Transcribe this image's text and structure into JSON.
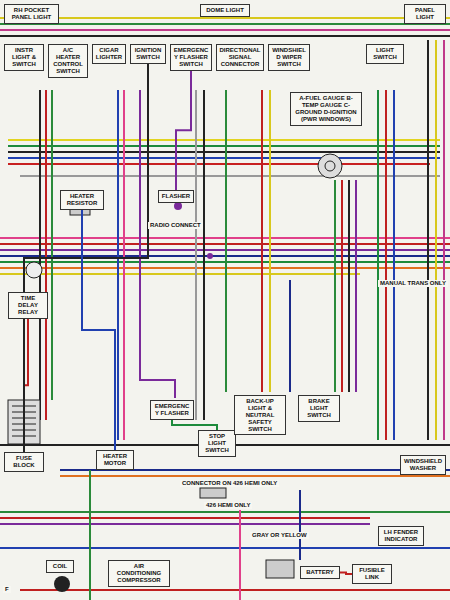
{
  "diagram": {
    "nodes": [
      {
        "text": [
          "DOME LIGHT"
        ]
      },
      {
        "text": [
          "RH POCKET PANEL LIGHT"
        ]
      },
      {
        "text": [
          "INSTR LIGHT & SWITCH"
        ]
      },
      {
        "text": [
          "A/C HEATER CONTROL SWITCH"
        ]
      },
      {
        "text": [
          "CIGAR LIGHTER"
        ]
      },
      {
        "text": [
          "IGNITION SWITCH"
        ]
      },
      {
        "text": [
          "EMERGENCY FLASHER SWITCH"
        ]
      },
      {
        "text": [
          "DIRECTIONAL SIGNAL CONNECTOR"
        ]
      },
      {
        "text": [
          "WINDSHIELD WIPER SWITCH"
        ]
      },
      {
        "text": [
          "A-FUEL GAUGE B-TEMP GAUGE C-GROUND D-IGNITION (PWR WINDOWS)"
        ]
      },
      {
        "text": [
          "LIGHT SWITCH"
        ]
      },
      {
        "text": [
          "PANEL LIGHT"
        ]
      },
      {
        "text": [
          "HEATER RESISTOR"
        ]
      },
      {
        "text": [
          "FLASHER"
        ]
      },
      {
        "text": [
          "TIME DELAY RELAY"
        ]
      },
      {
        "text": [
          "FUSE BLOCK"
        ]
      },
      {
        "text": [
          "EMERGENCY FLASHER"
        ]
      },
      {
        "text": [
          "STOP LIGHT SWITCH"
        ]
      },
      {
        "text": [
          "BACK-UP LIGHT & NEUTRAL SAFETY SWITCH"
        ]
      },
      {
        "text": [
          "BRAKE LIGHT SWITCH"
        ]
      },
      {
        "text": [
          "HEATER MOTOR"
        ]
      },
      {
        "text": [
          "BATTERY"
        ]
      },
      {
        "text": [
          "FUSIBLE LINK"
        ]
      },
      {
        "text": [
          "LH FENDER INDICATOR"
        ]
      },
      {
        "text": [
          "WINDSHIELD WASHER"
        ]
      },
      {
        "text": [
          "AIR CONDITIONING COMPRESSOR"
        ]
      },
      {
        "text": [
          "COIL"
        ]
      }
    ],
    "edges": [
      {
        "from": 15,
        "to": 14,
        "arrow": "none"
      },
      {
        "from": 15,
        "to": 5,
        "arrow": "none"
      },
      {
        "from": 13,
        "to": 6,
        "arrow": "none"
      },
      {
        "from": 21,
        "to": 22,
        "arrow": "none"
      },
      {
        "from": 12,
        "to": 20,
        "arrow": "none"
      },
      {
        "from": 17,
        "to": 16,
        "arrow": "none"
      }
    ],
    "labels": [
      "RADIO CONNECT",
      "CONNECTOR ON 426 HEMI ONLY",
      "426 HEMI ONLY",
      "GRAY OR YELLOW",
      "MANUAL TRANS ONLY",
      "F"
    ]
  }
}
